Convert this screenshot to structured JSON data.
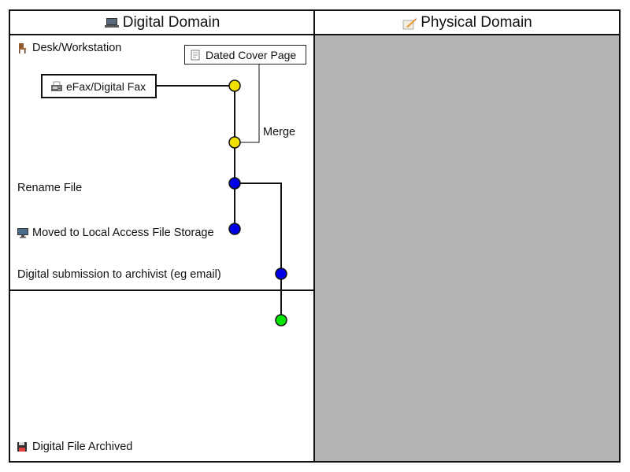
{
  "columns": [
    {
      "title": "Digital Domain",
      "icon": "laptop-icon"
    },
    {
      "title": "Physical Domain",
      "icon": "quill-paper-icon"
    }
  ],
  "labels": {
    "desk": "Desk/Workstation",
    "rename": "Rename File",
    "moved": "Moved to Local Access File Storage",
    "submission": "Digital submission to archivist (eg email)",
    "archived": "Digital File Archived",
    "merge": "Merge"
  },
  "boxes": {
    "cover_page": "Dated Cover Page",
    "efax": "eFax/Digital Fax"
  },
  "node_colors": {
    "yellow": "#f0e000",
    "blue": "#0000e6",
    "green": "#00e600"
  },
  "physical_fill": "#b3b3b3"
}
